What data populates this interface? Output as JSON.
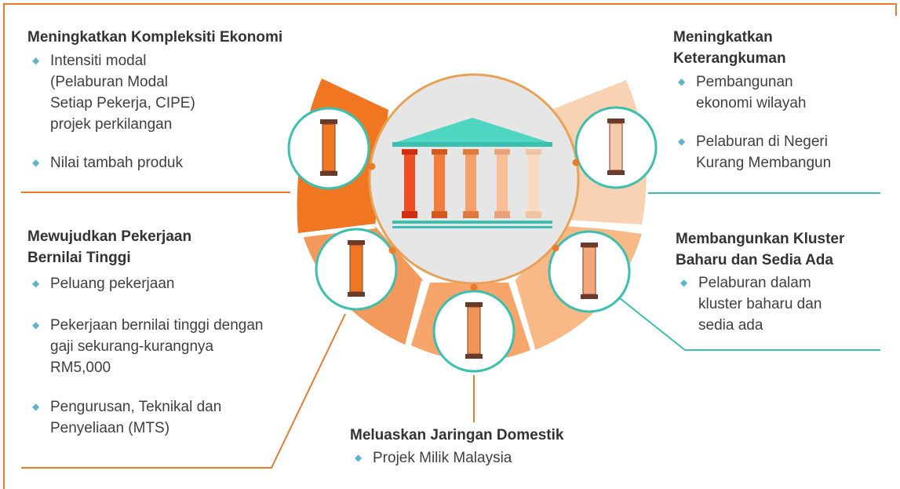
{
  "colors": {
    "frame": "#e87b2c",
    "teal": "#3bbfae",
    "bullet": "#5bb5cf",
    "dot": "#e87b2c",
    "roof": "#4fd6c3",
    "hub_fill": "#e6e6e6",
    "hub_ring": "#e8a256",
    "seg_shades": [
      "#f17622",
      "#f3995c",
      "#f7a56a",
      "#f8b987",
      "#f9d2b3"
    ]
  },
  "icons": {
    "hub": "building-columns-icon",
    "pillar": "pillar-icon",
    "bullet": "diamond-bullet-icon"
  },
  "blocks": {
    "kompleksiti": {
      "title": "Meningkatkan Kompleksiti Ekonomi",
      "items": [
        "Intensiti modal",
        "(Pelaburan Modal",
        "Setiap Pekerja, CIPE)",
        "projek perkilangan",
        "Nilai tambah produk"
      ]
    },
    "keterangkuman": {
      "title_line1": "Meningkatkan",
      "title_line2": "Keterangkuman",
      "items": [
        "Pembangunan",
        "ekonomi wilayah",
        "Pelaburan di Negeri",
        "Kurang Membangun"
      ]
    },
    "pekerjaan": {
      "title_line1": "Mewujudkan Pekerjaan",
      "title_line2": "Bernilai Tinggi",
      "items": [
        "Peluang pekerjaan",
        "Pekerjaan bernilai tinggi dengan",
        "gaji sekurang-kurangnya",
        "RM5,000",
        "Pengurusan, Teknikal dan",
        "Penyeliaan (MTS)"
      ]
    },
    "kluster": {
      "title_line1": "Membangunkan Kluster",
      "title_line2": "Baharu dan Sedia Ada",
      "items": [
        "Pelaburan dalam",
        "kluster baharu dan",
        "sedia ada"
      ]
    },
    "domestik": {
      "title": "Meluaskan Jaringan Domestik",
      "items": [
        "Projek Milik Malaysia"
      ]
    }
  },
  "bullet_glyph": "◆"
}
